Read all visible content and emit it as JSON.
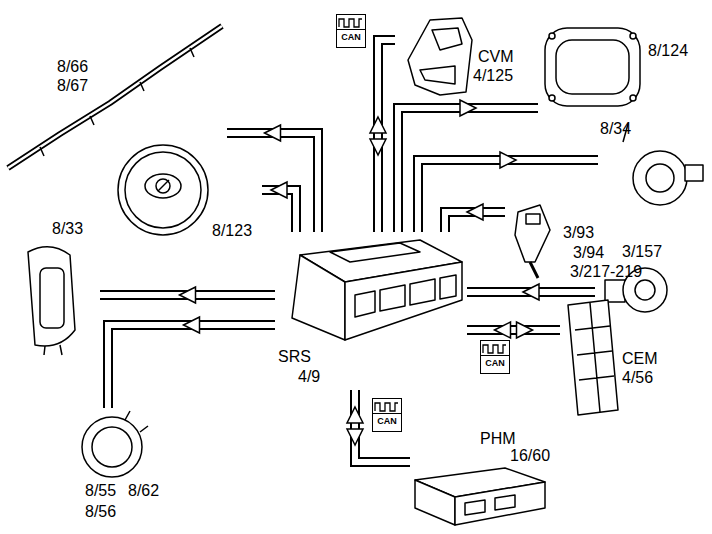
{
  "diagram": {
    "nodes": [
      {
        "text": [
          "8/66",
          "8/67"
        ]
      },
      {
        "text": [
          "CVM",
          "4/125"
        ]
      },
      {
        "text": [
          "8/124"
        ]
      },
      {
        "text": [
          "8/34"
        ]
      },
      {
        "text": [
          "8/123"
        ]
      },
      {
        "text": [
          "8/33"
        ]
      },
      {
        "text": [
          "3/93",
          "3/94",
          "3/217-219"
        ]
      },
      {
        "text": [
          "SRS",
          "4/9"
        ]
      },
      {
        "text": [
          "3/157"
        ]
      },
      {
        "text": [
          "CEM",
          "4/56"
        ]
      },
      {
        "text": [
          "8/55",
          "8/62",
          "8/56"
        ]
      },
      {
        "text": [
          "PHM",
          "16/60"
        ]
      }
    ],
    "edges": [
      {
        "from": 7,
        "to": 0,
        "arrow": "to"
      },
      {
        "from": 1,
        "to": 7,
        "arrow": "both",
        "label": "CAN"
      },
      {
        "from": 7,
        "to": 2,
        "arrow": "to"
      },
      {
        "from": 7,
        "to": 3,
        "arrow": "to"
      },
      {
        "from": 7,
        "to": 4,
        "arrow": "to"
      },
      {
        "from": 7,
        "to": 5,
        "arrow": "to"
      },
      {
        "from": 6,
        "to": 7,
        "arrow": "to"
      },
      {
        "from": 8,
        "to": 7,
        "arrow": "to"
      },
      {
        "from": 9,
        "to": 7,
        "arrow": "both",
        "label": "CAN"
      },
      {
        "from": 7,
        "to": 10,
        "arrow": "to"
      },
      {
        "from": 11,
        "to": 7,
        "arrow": "both",
        "label": "CAN"
      }
    ]
  }
}
